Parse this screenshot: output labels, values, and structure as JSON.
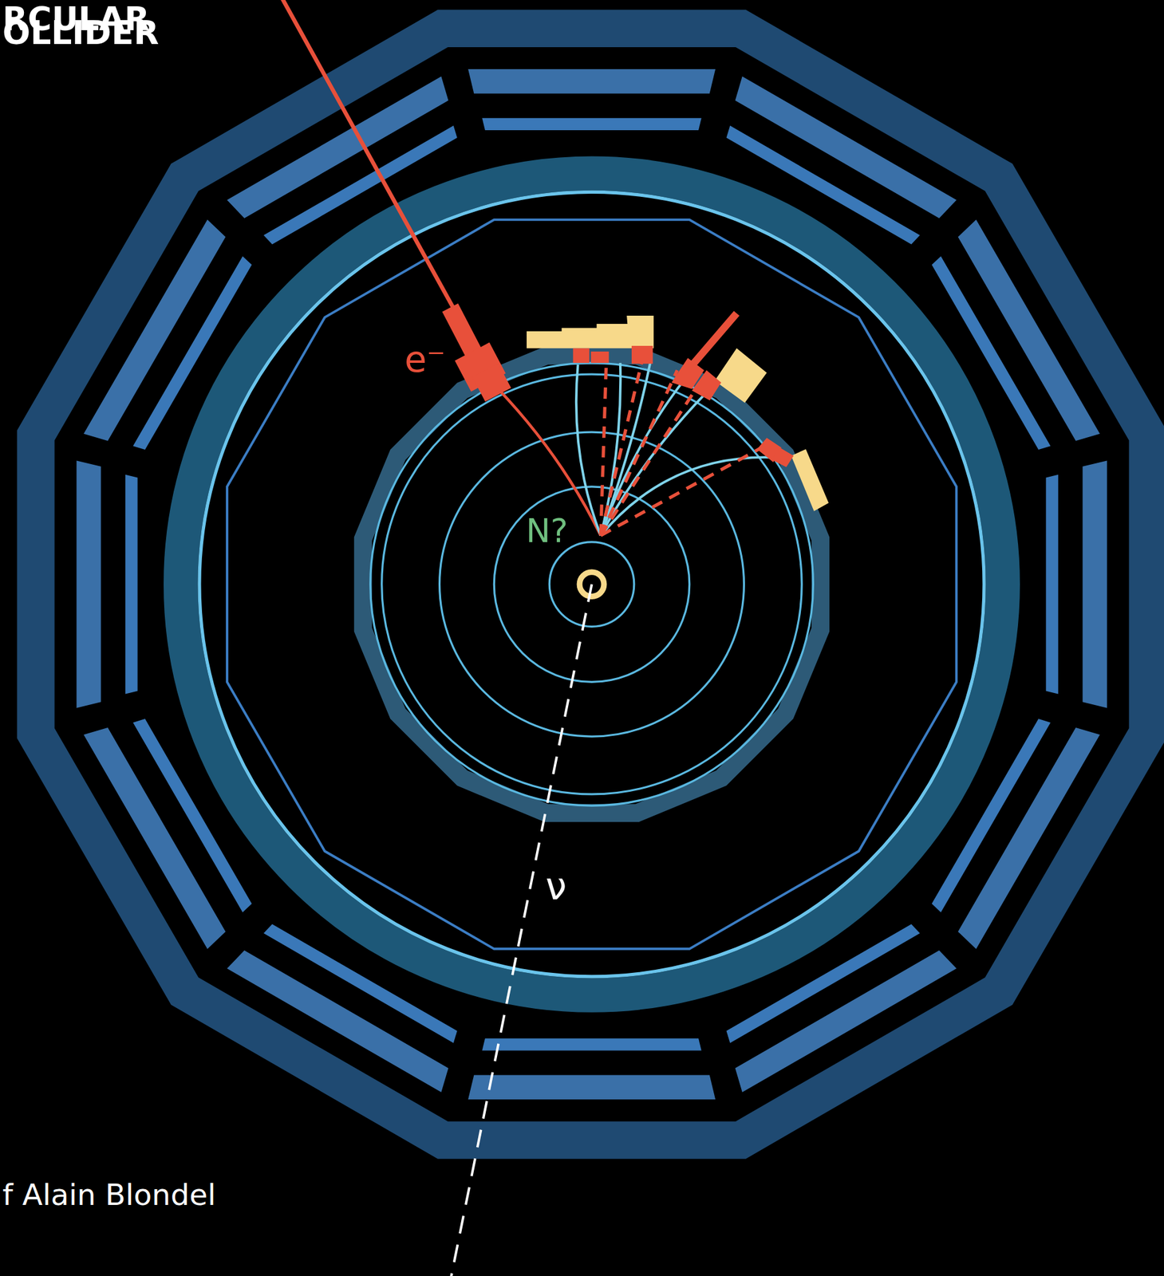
{
  "diagram": {
    "labels": [
      "RCULAR",
      "OLLIDER",
      "e⁻",
      "N?",
      "ν",
      "f Alain Blondel"
    ]
  }
}
